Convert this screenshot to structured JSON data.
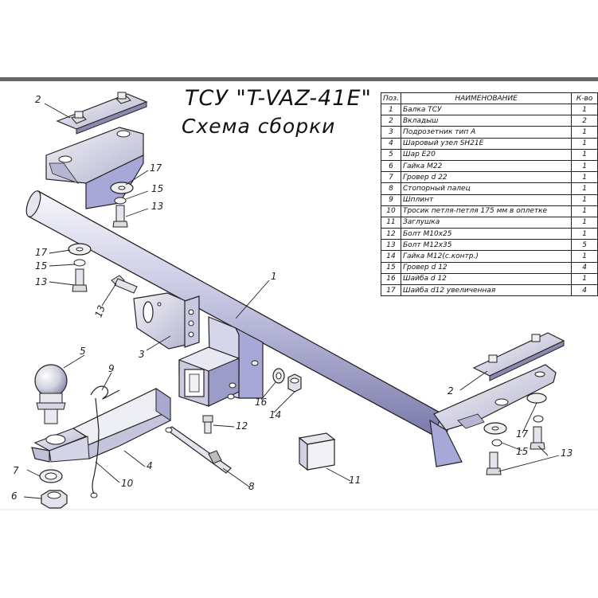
{
  "title": {
    "line1": "ТСУ \"T-VAZ-41E\"",
    "line2": "Схема сборки"
  },
  "bom": {
    "headers": {
      "pos": "Поз.",
      "name": "НАИМЕНОВАНИЕ",
      "qty": "К-во"
    },
    "rows": [
      {
        "pos": "1",
        "name": "Балка ТСУ",
        "qty": "1"
      },
      {
        "pos": "2",
        "name": "Вкладыш",
        "qty": "2"
      },
      {
        "pos": "3",
        "name": "Подрозетник тип А",
        "qty": "1"
      },
      {
        "pos": "4",
        "name": "Шаровый узел SH21E",
        "qty": "1"
      },
      {
        "pos": "5",
        "name": "Шар Е20",
        "qty": "1"
      },
      {
        "pos": "6",
        "name": "Гайка М22",
        "qty": "1"
      },
      {
        "pos": "7",
        "name": "Гровер d 22",
        "qty": "1"
      },
      {
        "pos": "8",
        "name": "Стопорный палец",
        "qty": "1"
      },
      {
        "pos": "9",
        "name": "Шплинт",
        "qty": "1"
      },
      {
        "pos": "10",
        "name": "Тросик петля-петля 175 мм в оплетке",
        "qty": "1"
      },
      {
        "pos": "11",
        "name": "Заглушка",
        "qty": "1"
      },
      {
        "pos": "12",
        "name": "Болт М10х25",
        "qty": "1"
      },
      {
        "pos": "13",
        "name": "Болт М12х35",
        "qty": "5"
      },
      {
        "pos": "14",
        "name": "Гайка М12(с.контр.)",
        "qty": "1"
      },
      {
        "pos": "15",
        "name": "Гровер d 12",
        "qty": "4"
      },
      {
        "pos": "16",
        "name": "Шайба d 12",
        "qty": "1"
      },
      {
        "pos": "17",
        "name": "Шайба d12 увеличенная",
        "qty": "4"
      }
    ]
  },
  "callouts": {
    "c2a": "2",
    "c17a": "17",
    "c15a": "15",
    "c13a": "13",
    "c17b": "17",
    "c15b": "15",
    "c13b": "13",
    "c13c": "13",
    "c1": "1",
    "c3": "3",
    "c5": "5",
    "c9": "9",
    "c4": "4",
    "c16": "16",
    "c14": "14",
    "c12": "12",
    "c2b": "2",
    "c17c": "17",
    "c15c": "15",
    "c13d": "13",
    "c7": "7",
    "c6": "6",
    "c10": "10",
    "c8": "8",
    "c11": "11"
  },
  "colors": {
    "steel_light": "#e8e8f0",
    "steel_mid": "#a8a8d8",
    "steel_dark": "#6e6e9c",
    "frame_bar": "#666666",
    "outline": "#222222"
  }
}
